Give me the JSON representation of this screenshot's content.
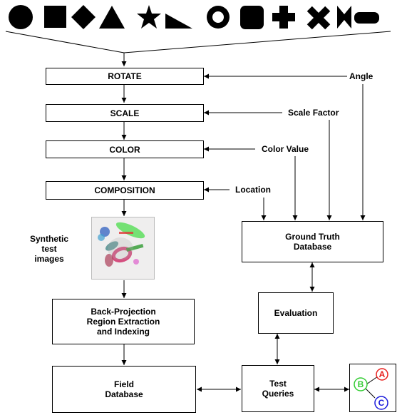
{
  "shapes": {
    "top_row": [
      "circle",
      "square",
      "diamond",
      "triangle",
      "star",
      "right-triangle",
      "ring",
      "rounded-square",
      "plus",
      "cross",
      "bowtie",
      "rounded-bar"
    ]
  },
  "boxes": {
    "rotate": "ROTATE",
    "scale": "SCALE",
    "color": "COLOR",
    "composition": "COMPOSITION",
    "ground_truth": "Ground Truth\nDatabase",
    "evaluation": "Evaluation",
    "back_projection": "Back-Projection\nRegion Extraction\nand Indexing",
    "field_database": "Field\nDatabase",
    "test_queries": "Test\nQueries"
  },
  "labels": {
    "angle": "Angle",
    "scale_factor": "Scale Factor",
    "color_value": "Color Value",
    "location": "Location",
    "synthetic_images": "Synthetic\ntest\nimages"
  },
  "query_graph": {
    "nodes": [
      "A",
      "B",
      "C"
    ],
    "colors": {
      "A": "#e8201e",
      "B": "#33cc33",
      "C": "#1a1adb"
    }
  },
  "colors": {
    "ink": "#000000",
    "background": "#ffffff"
  }
}
